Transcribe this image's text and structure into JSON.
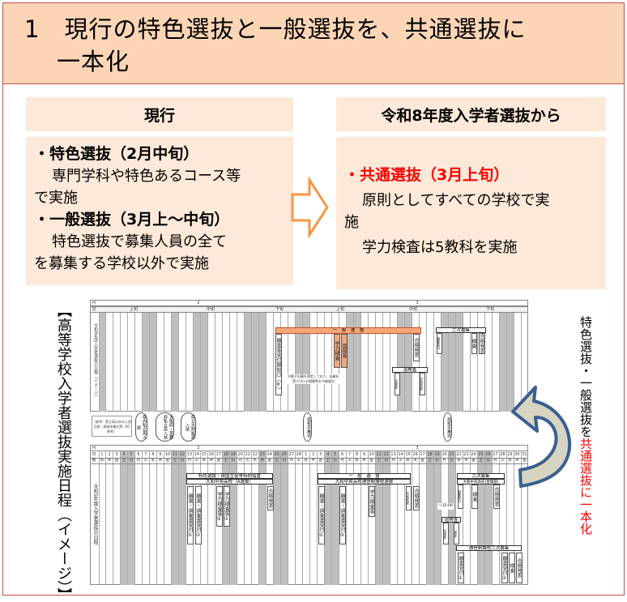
{
  "header": {
    "title_line1": "1　現行の特色選抜と一般選抜を、共通選抜に",
    "title_line2": "一本化"
  },
  "current": {
    "heading": "現行",
    "item1_title": "・特色選抜（2月中旬）",
    "item1_text_a": "専門学科や特色あるコース等",
    "item1_text_b": "で実施",
    "item2_title": "・一般選抜（3月上～中旬）",
    "item2_text_a": "特色選抜で募集人員の全て",
    "item2_text_b": "を募集する学校以外で実施"
  },
  "future": {
    "heading": "令和8年度入学者選抜から",
    "item_title": "・共通選抜（3月上旬）",
    "text_a": "原則としてすべての学校で実",
    "text_b": "施",
    "text_c": "学力検査は5教科を実施"
  },
  "colors": {
    "header_bg": "#fbd5b5",
    "box_bg": "#fde9d9",
    "border": "#c0504d",
    "accent_red": "#ff0000",
    "arrow_orange": "#f79646",
    "arrow_blue": "#3a5f8f"
  },
  "schedule_title": "【高等学校入学者選抜実施日程（イメージ）】",
  "side_note": {
    "black": "特色選抜・一般選抜を",
    "red": "共通選抜に一本化"
  },
  "schedule": {
    "month_label": "月",
    "day_label": "日",
    "weekday_label": "曜",
    "months": [
      "2",
      "3"
    ],
    "month_lengths": [
      28,
      31
    ],
    "periods": [
      "上旬",
      "中旬",
      "下旬",
      "上旬",
      "中旬",
      "下旬"
    ],
    "r8": {
      "row_title": "令和8年度入学者選抜の日程（イメージ）",
      "holidays_feb": [
        11,
        23
      ],
      "holidays_mar": [
        20
      ],
      "general_bar": "一　般　選　抜",
      "application": "願書等受付開始日（※）",
      "exam": "学力検査",
      "interview": "面接等",
      "result": "合格発表",
      "makeup_box": "追検査",
      "makeup_a": "追検査",
      "makeup_b": "合格発表",
      "second_box": "二次募集",
      "second_a": "願書受付",
      "second_exam": "検査",
      "second_result": "合格発表",
      "note": "※電子出願を想定しており、出願を受け付ける期間等を今後検討"
    },
    "reference": {
      "label": "（参考）県立高以外の入試日程・高校卒業式等（R5参考）",
      "private_pref": "県内私立高入試",
      "private_osaka_kyoto": "大阪府・京都府私立高入試",
      "pref_univ": "県立大附属高入試",
      "graduation_1": "高校卒業式",
      "graduation_2": "高校卒業式"
    },
    "r5": {
      "row_title": "令和5年度入学者選抜の日程",
      "weekdays_feb": [
        "水",
        "木",
        "金",
        "土",
        "日",
        "月",
        "火",
        "水",
        "木",
        "金",
        "土",
        "日",
        "月",
        "火",
        "水",
        "木",
        "金",
        "土",
        "日",
        "月",
        "火",
        "水",
        "木",
        "金",
        "土",
        "日",
        "月",
        "火"
      ],
      "weekdays_mar": [
        "水",
        "木",
        "金",
        "土",
        "日",
        "月",
        "火",
        "水",
        "木",
        "金",
        "土",
        "日",
        "月",
        "火",
        "水",
        "木",
        "金",
        "土",
        "日",
        "月",
        "火",
        "水",
        "木",
        "金",
        "土",
        "日",
        "月",
        "火",
        "水",
        "木",
        "金"
      ],
      "holidays_feb": [
        11,
        23
      ],
      "holidays_mar": [
        21
      ],
      "tokushoku_box": "特色選抜・帰国生徒等特例措置",
      "tokushoku_sub": "大和中央高校（A選抜）",
      "t_app1": "願書・調査書受付①",
      "t_app2": "願書・調査書受付②",
      "t_exam1": "学力検査等①",
      "t_exam2": "学力検査等②",
      "t_result": "合格発表",
      "general_box": "一　般　選　抜",
      "general_sub": "大和中央高校通信制課程選抜",
      "g_app1": "願書・調査書受付①",
      "g_app2": "願書・調査書受付②",
      "g_exam": "学力検査等",
      "g_result_small": "合格発表",
      "g_result": "合格発表",
      "time_note": "～15:00",
      "makeup_box": "追検査",
      "makeup_a": "追検査",
      "makeup_b": "検査",
      "second_box": "二次募集",
      "second_sub": "大和中央高校(昼間部)",
      "s_app": "願書受付",
      "s_exam": "検査",
      "s_result": "合格発表",
      "corr_box": "通信制課程二次募集",
      "c_app1": "願書受付①",
      "c_app2": "願書受付②",
      "c_exam": "検査",
      "c_result": "合格発表"
    }
  }
}
